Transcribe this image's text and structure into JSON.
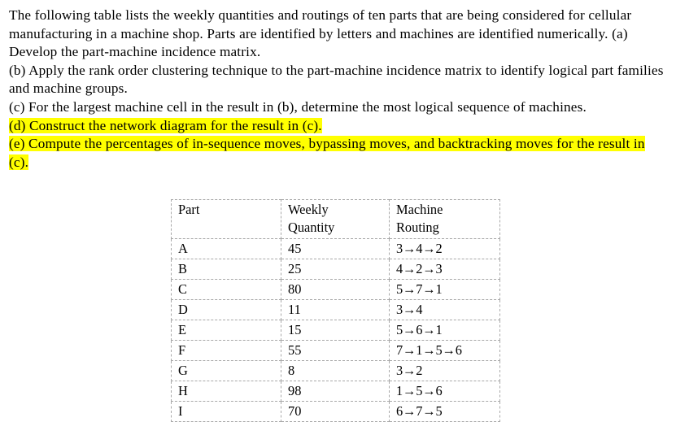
{
  "document": {
    "problem": {
      "paragraphs": [
        {
          "id": "intro",
          "highlighted": false,
          "text": "The following table lists the weekly quantities and routings of ten parts that are being considered for cellular manufacturing in a machine shop. Parts are identified by letters and machines are identified numerically. (a) Develop the part-machine incidence matrix."
        },
        {
          "id": "part-b",
          "highlighted": false,
          "text": "(b) Apply the rank order clustering technique to the part-machine incidence matrix to identify logical part families and machine groups."
        },
        {
          "id": "part-c",
          "highlighted": false,
          "text": "(c) For the largest machine cell in the result in (b), determine the most logical sequence of machines."
        },
        {
          "id": "part-d",
          "highlighted": true,
          "text": "(d) Construct the network diagram for the result in (c)."
        },
        {
          "id": "part-e",
          "highlighted": true,
          "text": "(e) Compute the percentages of in-sequence moves, bypassing moves, and backtracking moves for the result in (c)."
        }
      ]
    },
    "table": {
      "headers": {
        "part": "Part",
        "quantity_line1": "Weekly",
        "quantity_line2": "Quantity",
        "routing_line1": "Machine",
        "routing_line2": "Routing"
      },
      "rows": [
        {
          "part": "A",
          "quantity": "45",
          "routing": "3→4→2"
        },
        {
          "part": "B",
          "quantity": "25",
          "routing": "4→2→3"
        },
        {
          "part": "C",
          "quantity": "80",
          "routing": "5→7→1"
        },
        {
          "part": "D",
          "quantity": "11",
          "routing": "3→4"
        },
        {
          "part": "E",
          "quantity": "15",
          "routing": "5→6→1"
        },
        {
          "part": "F",
          "quantity": "55",
          "routing": "7→1→5→6"
        },
        {
          "part": "G",
          "quantity": "8",
          "routing": "3→2"
        },
        {
          "part": "H",
          "quantity": "98",
          "routing": "1→5→6"
        },
        {
          "part": "I",
          "quantity": "70",
          "routing": "6→7→5"
        }
      ]
    },
    "colors": {
      "highlight": "#ffff00",
      "text": "#000000",
      "background": "#ffffff",
      "table_border": "#a8a8a8"
    }
  }
}
